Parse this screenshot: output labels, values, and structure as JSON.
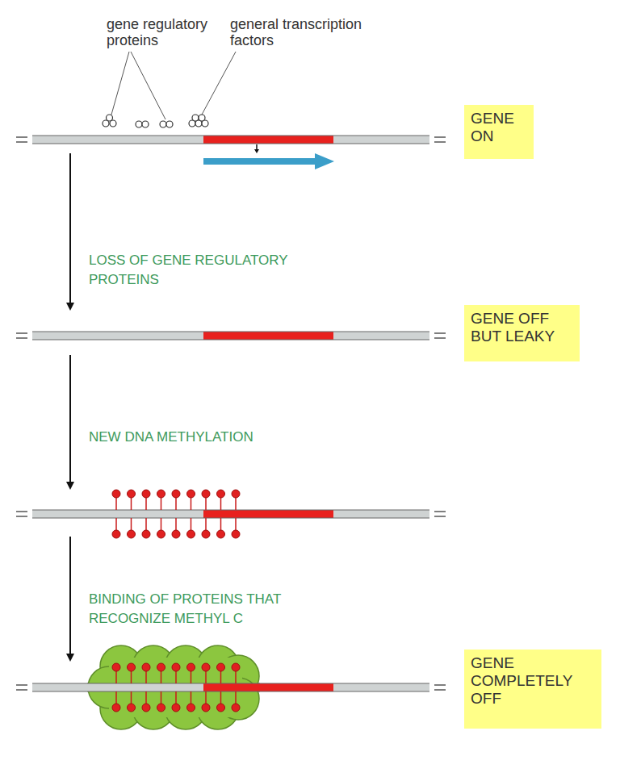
{
  "diagram": {
    "nodes": [
      {
        "text": [
          "GENE ON"
        ]
      },
      {
        "text": [
          "GENE OFF BUT LEAKY"
        ]
      },
      {
        "text": [
          "GENE COMPLETELY OFF"
        ]
      }
    ],
    "labels": [
      "gene regulatory proteins",
      "general transcription factors",
      "LOSS OF GENE REGULATORY PROTEINS",
      "NEW DNA METHYLATION",
      "BINDING OF PROTEINS THAT RECOGNIZE METHYL C"
    ]
  }
}
